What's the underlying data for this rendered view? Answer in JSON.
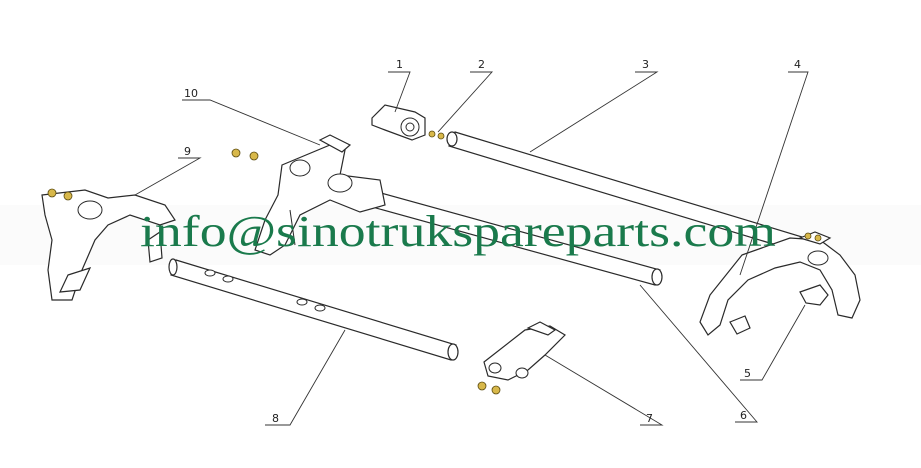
{
  "callouts": {
    "c1": "1",
    "c2": "2",
    "c3": "3",
    "c4": "4",
    "c5": "5",
    "c6": "6",
    "c7": "7",
    "c8": "8",
    "c9": "9",
    "c10": "10"
  },
  "watermark": {
    "text": "info@sinotrukspareparts.com",
    "color": "#1a7a4c"
  }
}
